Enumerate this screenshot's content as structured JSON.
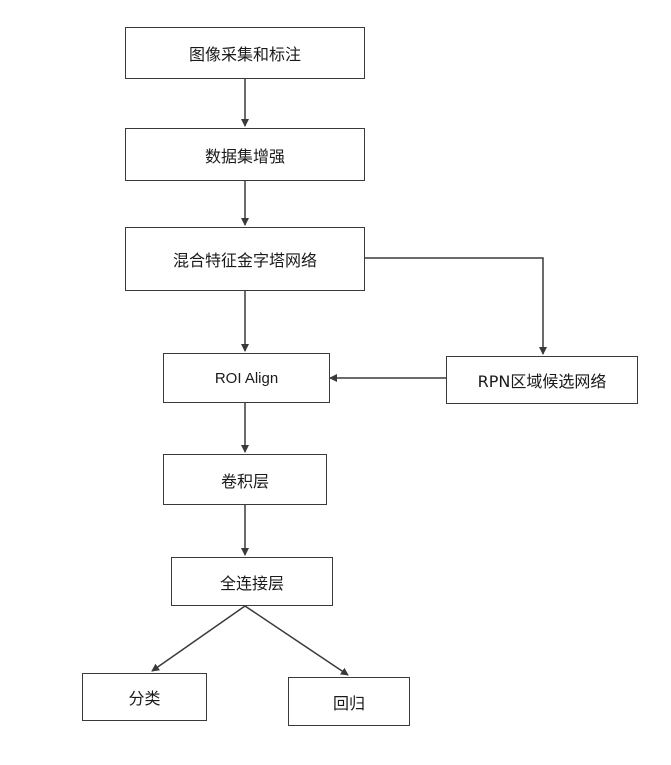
{
  "diagram": {
    "nodes": {
      "image_label": "图像采集和标注",
      "augment": "数据集增强",
      "fpn": "混合特征金字塔网络",
      "roi_align": "ROI Align",
      "rpn": "RPN区域候选网络",
      "conv": "卷积层",
      "fc": "全连接层",
      "cls": "分类",
      "reg": "回归"
    },
    "colors": {
      "line": "#3a3a3a",
      "text": "#1a1a1a",
      "background": "#ffffff"
    }
  }
}
